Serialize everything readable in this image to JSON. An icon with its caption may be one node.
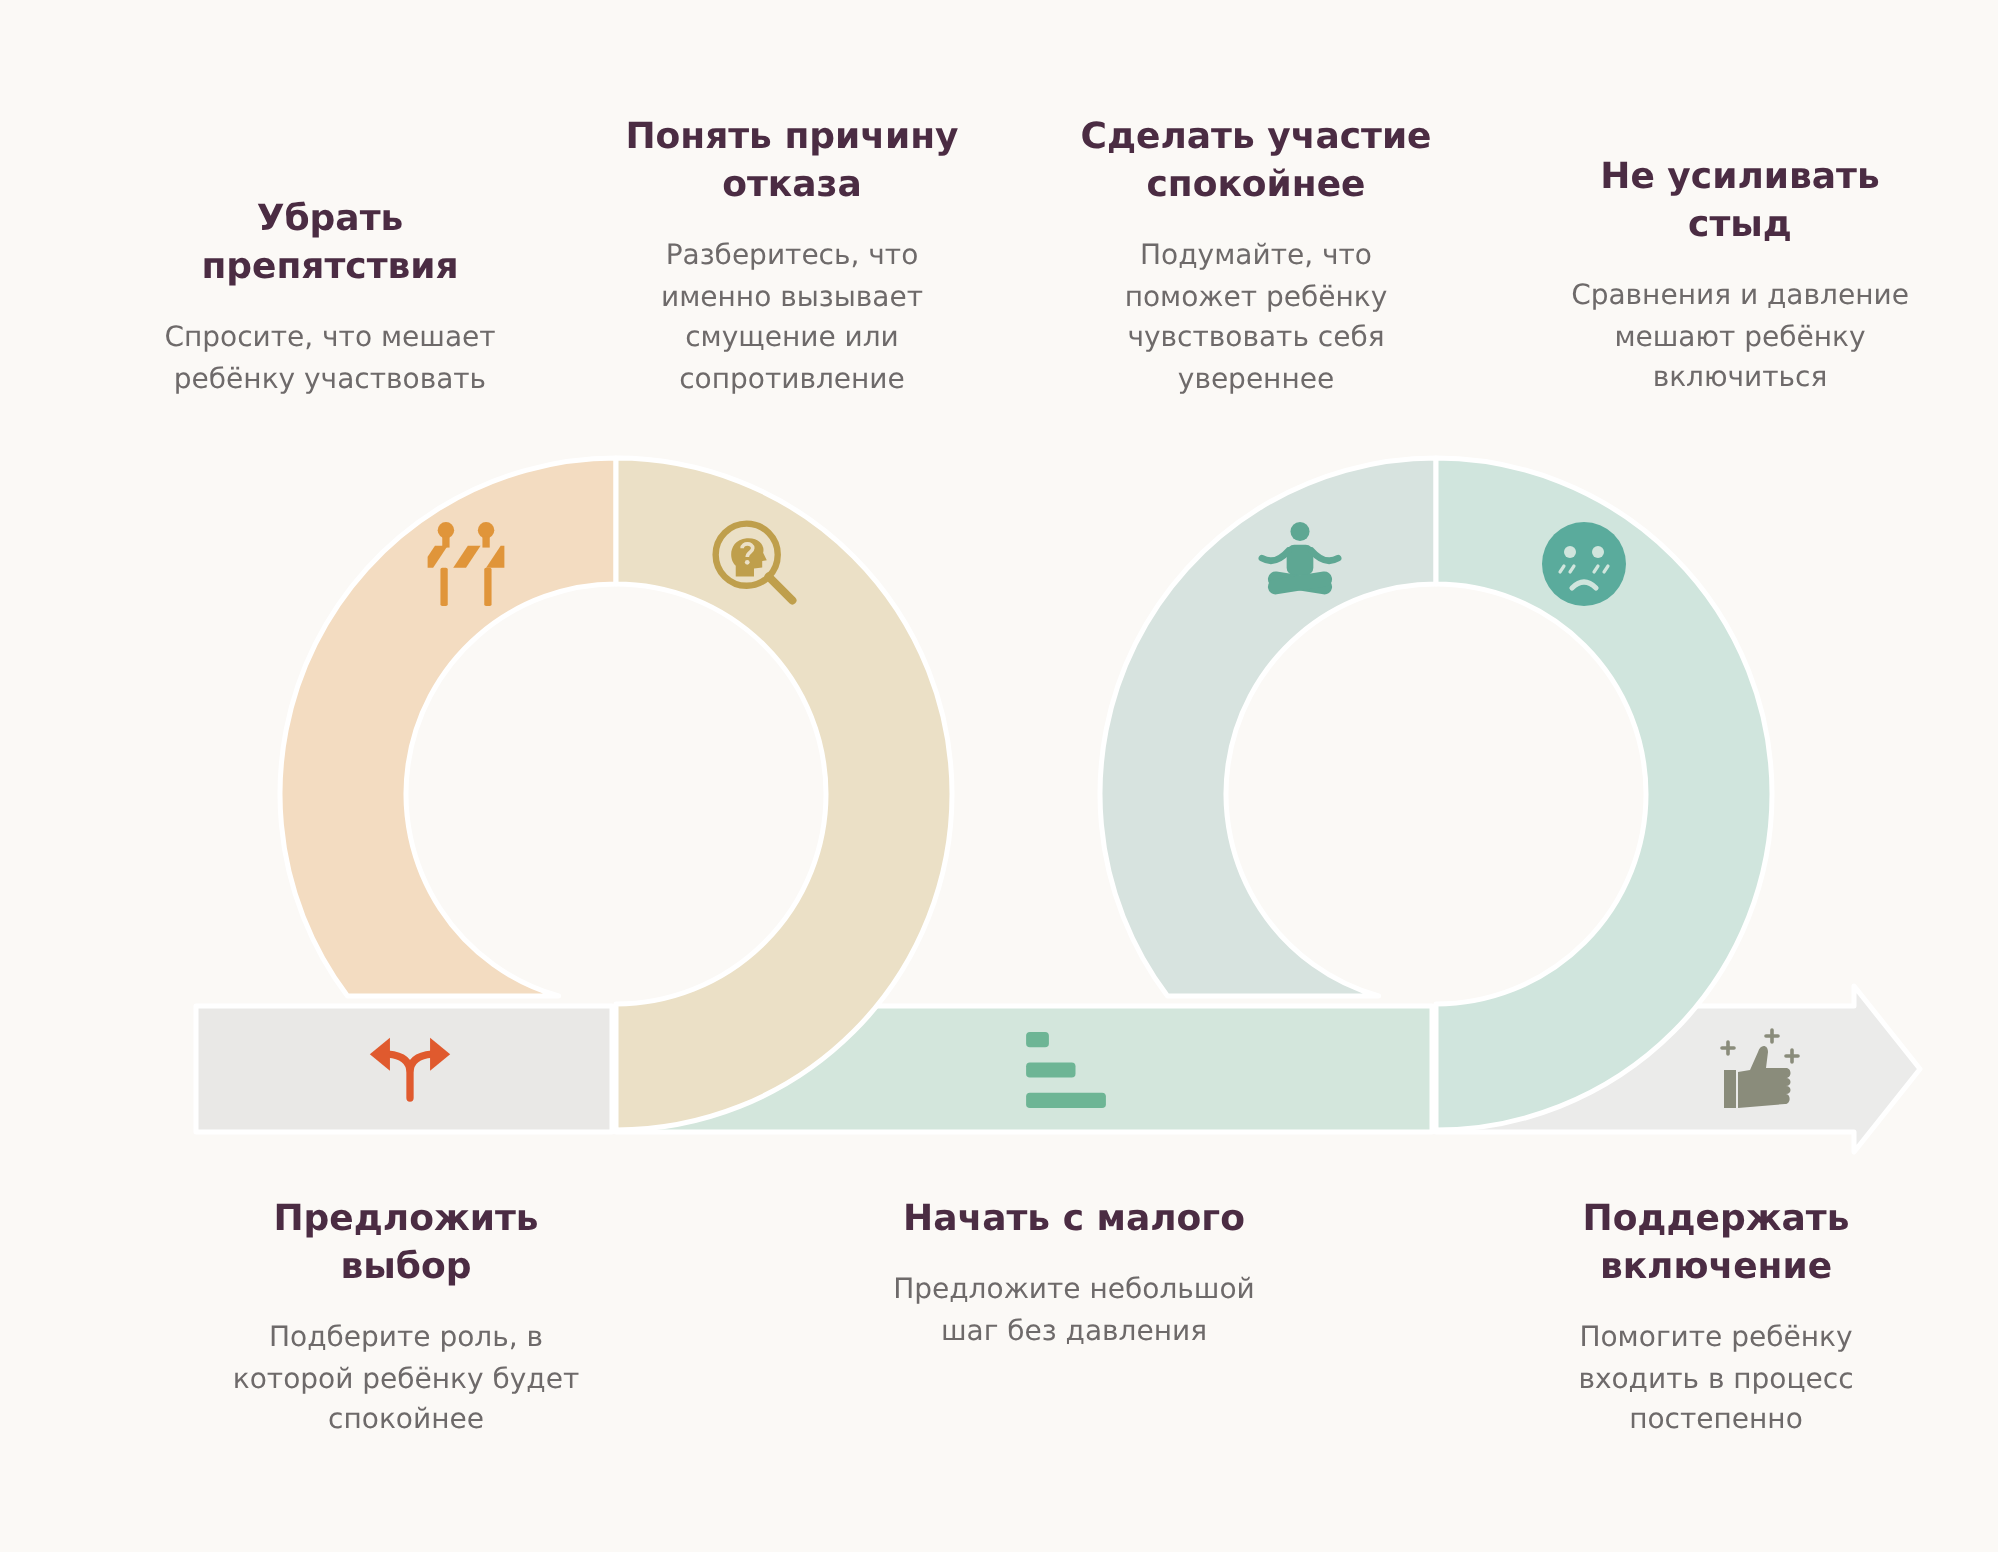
{
  "diagram": {
    "nodes": [
      {
        "text": [
          "Предложить выбор",
          "Подберите роль, в которой ребёнку будет спокойнее"
        ]
      },
      {
        "text": [
          "Убрать препятствия",
          "Спросите, что мешает ребёнку участвовать"
        ]
      },
      {
        "text": [
          "Понять причину отказа",
          "Разберитесь, что именно вызывает смущение или сопротивление"
        ]
      },
      {
        "text": [
          "Начать с малого",
          "Предложите небольшой шаг без давления"
        ]
      },
      {
        "text": [
          "Сделать участие спокойнее",
          "Подумайте, что поможет ребёнку чувствовать себя увереннее"
        ]
      },
      {
        "text": [
          "Не усиливать стыд",
          "Сравнения и давление мешают ребёнку включиться"
        ]
      },
      {
        "text": [
          "Поддержать включение",
          "Помогите ребёнку входить в процесс постепенно"
        ]
      }
    ]
  }
}
